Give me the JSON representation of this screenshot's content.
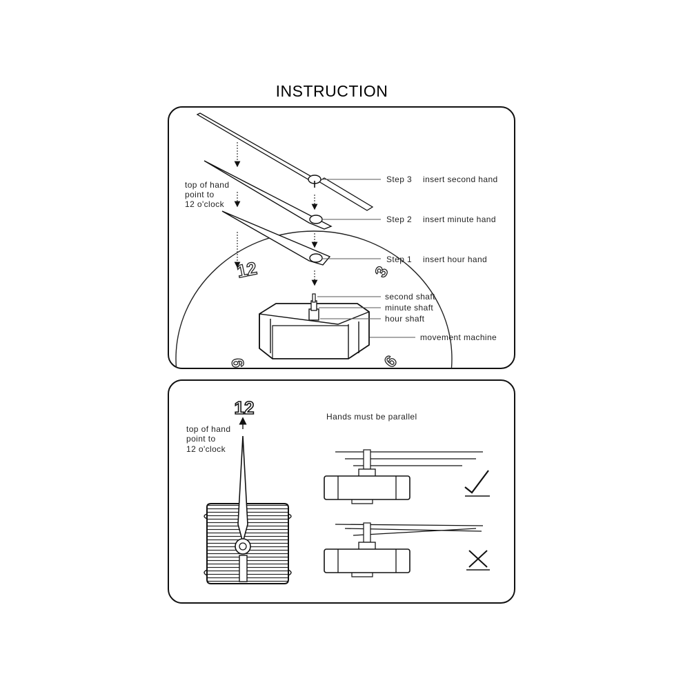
{
  "title": "INSTRUCTION",
  "top_panel": {
    "hand_note": [
      "top of hand",
      "point to",
      "12 o'clock"
    ],
    "steps": [
      {
        "step": "Step 3",
        "text": "insert second hand"
      },
      {
        "step": "Step 2",
        "text": "insert minute hand"
      },
      {
        "step": "Step 1",
        "text": "insert hour hand"
      }
    ],
    "parts": [
      "second shaft",
      "minute shaft",
      "hour shaft",
      "movement  machine"
    ],
    "dial_numbers": [
      "12",
      "3",
      "9",
      "6"
    ]
  },
  "bottom_panel": {
    "dial_number": "12",
    "hand_note": [
      "top of hand",
      "point to",
      "12 o'clock"
    ],
    "parallel_note": "Hands must be parallel"
  },
  "colors": {
    "line": "#111111",
    "background": "#ffffff"
  }
}
